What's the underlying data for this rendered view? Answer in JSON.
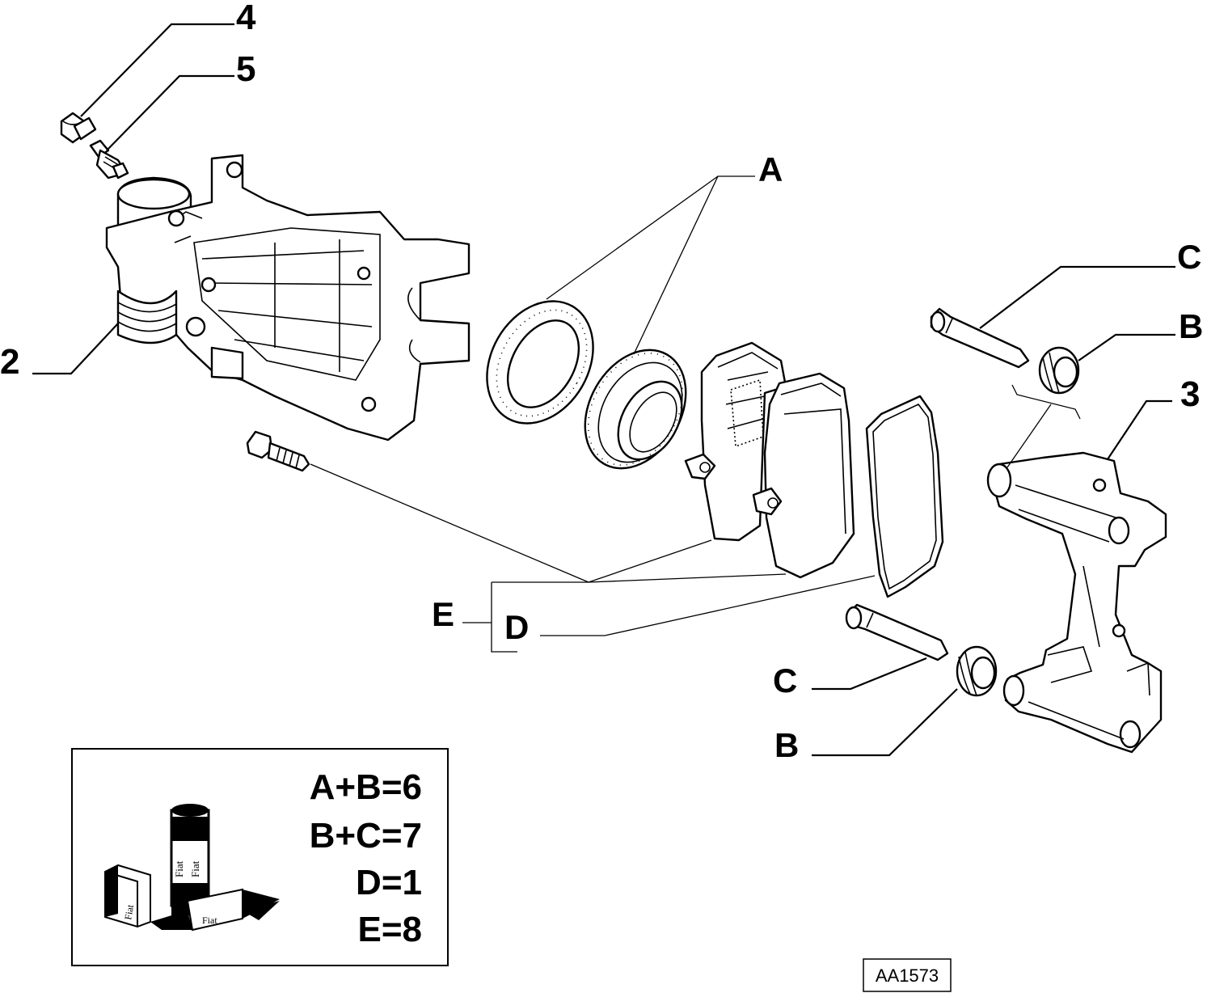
{
  "callouts": {
    "c4": "4",
    "c5": "5",
    "c2": "2",
    "cA": "A",
    "cC_top": "C",
    "cB_top": "B",
    "c3": "3",
    "cE": "E",
    "cD": "D",
    "cC_bottom": "C",
    "cB_bottom": "B"
  },
  "legend": {
    "lines": [
      "A+B=6",
      "B+C=7",
      "D=1",
      "E=8"
    ],
    "kit_brand": "Fiat"
  },
  "reference_code": "AA1573"
}
